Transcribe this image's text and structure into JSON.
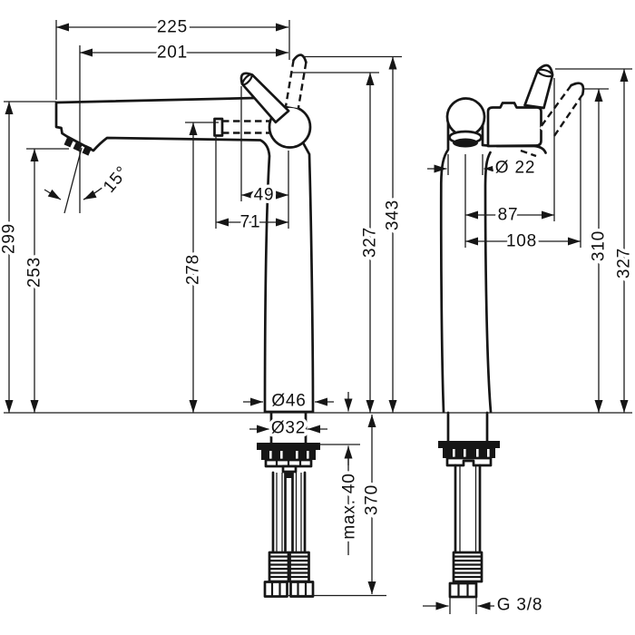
{
  "drawing": {
    "background": "#ffffff",
    "line_color": "#161616",
    "units": "mm",
    "side_view": {
      "dims": {
        "total_projection": "225",
        "spout_projection": "201",
        "spout_height": "299",
        "outlet_height": "253",
        "underside_height": "278",
        "spray_angle": "15°",
        "lever_offset": "49",
        "cartridge_offset": "71",
        "height_lever_raised": "343",
        "height_lever": "327",
        "base_diameter": "Ø46",
        "shank_diameter": "Ø32",
        "max_deck_thickness": "max. 40",
        "hose_length": "370"
      }
    },
    "front_view": {
      "dims": {
        "spout_tube_diameter": "Ø 22",
        "lever_reach": "87",
        "lever_reach_raised": "108",
        "height_lever_raised": "310",
        "height_lever": "327",
        "supply_thread": "G 3/8"
      }
    }
  }
}
